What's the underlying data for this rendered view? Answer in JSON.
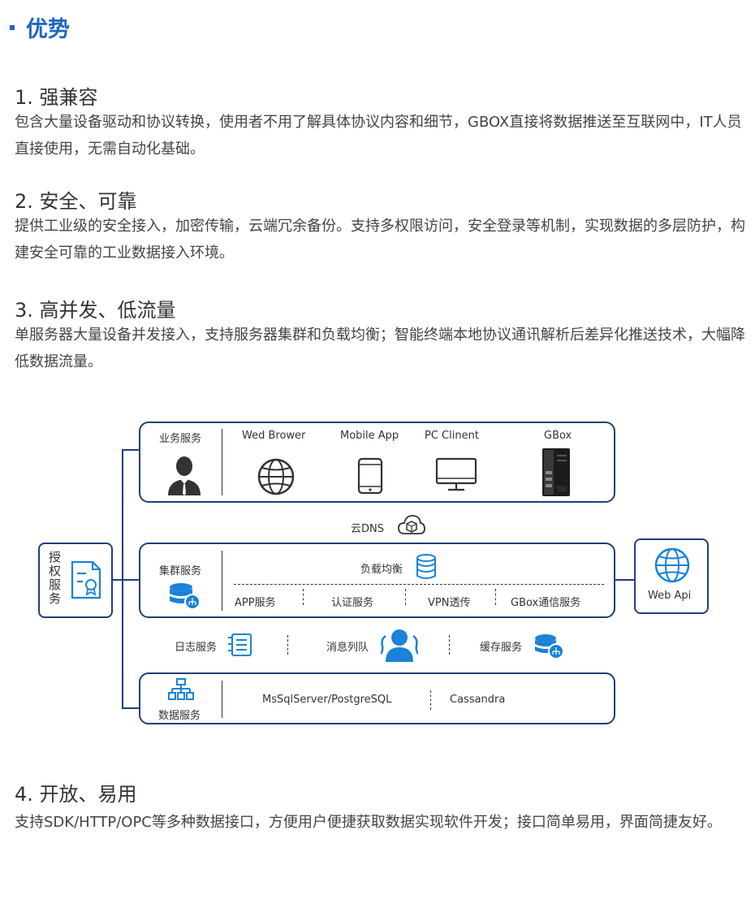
{
  "header": {
    "title": "优势"
  },
  "sections": [
    {
      "heading": "1. 强兼容",
      "body": "包含大量设备驱动和协议转换，使用者不用了解具体协议内容和细节，GBOX直接将数据推送至互联网中，IT人员直接使用，无需自动化基础。"
    },
    {
      "heading": "2. 安全、可靠",
      "body": "提供工业级的安全接入，加密传输，云端冗余备份。支持多权限访问，安全登录等机制，实现数据的多层防护，构建安全可靠的工业数据接入环境。"
    },
    {
      "heading": "3. 高并发、低流量",
      "body": "单服务器大量设备并发接入，支持服务器集群和负载均衡；智能终端本地协议通讯解析后差异化推送技术，大幅降低数据流量。"
    },
    {
      "heading": "4. 开放、易用",
      "body": "支持SDK/HTTP/OPC等多种数据接口，方便用户便捷获取数据实现软件开发；接口简单易用，界面简捷友好。"
    }
  ],
  "diagram": {
    "business": {
      "label": "业务服务",
      "clients": [
        "Wed Brower",
        "Mobile App",
        "PC Clinent",
        "GBox"
      ]
    },
    "cloud_dns": "云DNS",
    "auth": {
      "label": "授权服务"
    },
    "web_api": {
      "label": "Web Api"
    },
    "cluster": {
      "label": "集群服务",
      "load_balance": "负载均衡",
      "services": [
        "APP服务",
        "认证服务",
        "VPN透传",
        "GBox通信服务"
      ]
    },
    "middle": {
      "log": "日志服务",
      "queue": "消息列队",
      "cache": "缓存服务"
    },
    "data": {
      "label": "数据服务",
      "db1": "MsSqlServer/PostgreSQL",
      "db2": "Cassandra"
    }
  },
  "colors": {
    "accent": "#1f66c1",
    "box_border": "#1e3f7a",
    "icon_blue": "#1a82d8"
  }
}
